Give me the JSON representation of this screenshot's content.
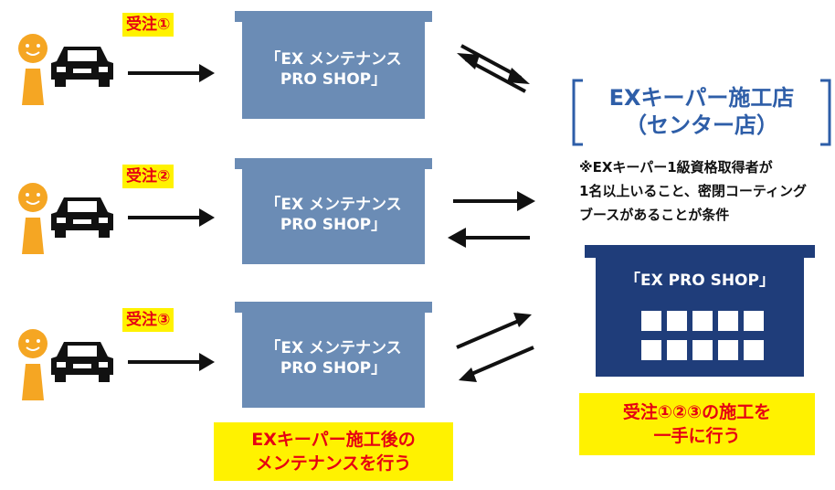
{
  "orders": [
    {
      "tag": "受注①",
      "shop_line1": "「EX メンテナンス",
      "shop_line2": "PRO SHOP」"
    },
    {
      "tag": "受注②",
      "shop_line1": "「EX メンテナンス",
      "shop_line2": "PRO SHOP」"
    },
    {
      "tag": "受注③",
      "shop_line1": "「EX メンテナンス",
      "shop_line2": "PRO SHOP」"
    }
  ],
  "maintenance_note": {
    "line1": "EXキーパー施工後の",
    "line2": "メンテナンスを行う"
  },
  "center": {
    "title_line1": "EXキーパー施工店",
    "title_line2": "（センター店）",
    "note_line1": "※EXキーパー1級資格取得者が",
    "note_line2": "1名以上いること、密閉コーティング",
    "note_line3": "ブースがあることが条件",
    "shop_sign": "「EX PRO SHOP」",
    "work_line1": "受注①②③の施工を",
    "work_line2": "一手に行う"
  },
  "colors": {
    "shop_blue": "#6b8cb5",
    "center_navy": "#1f3d7a",
    "highlight_yellow": "#fff200",
    "accent_red": "#e60012",
    "person_orange": "#f5a623"
  }
}
